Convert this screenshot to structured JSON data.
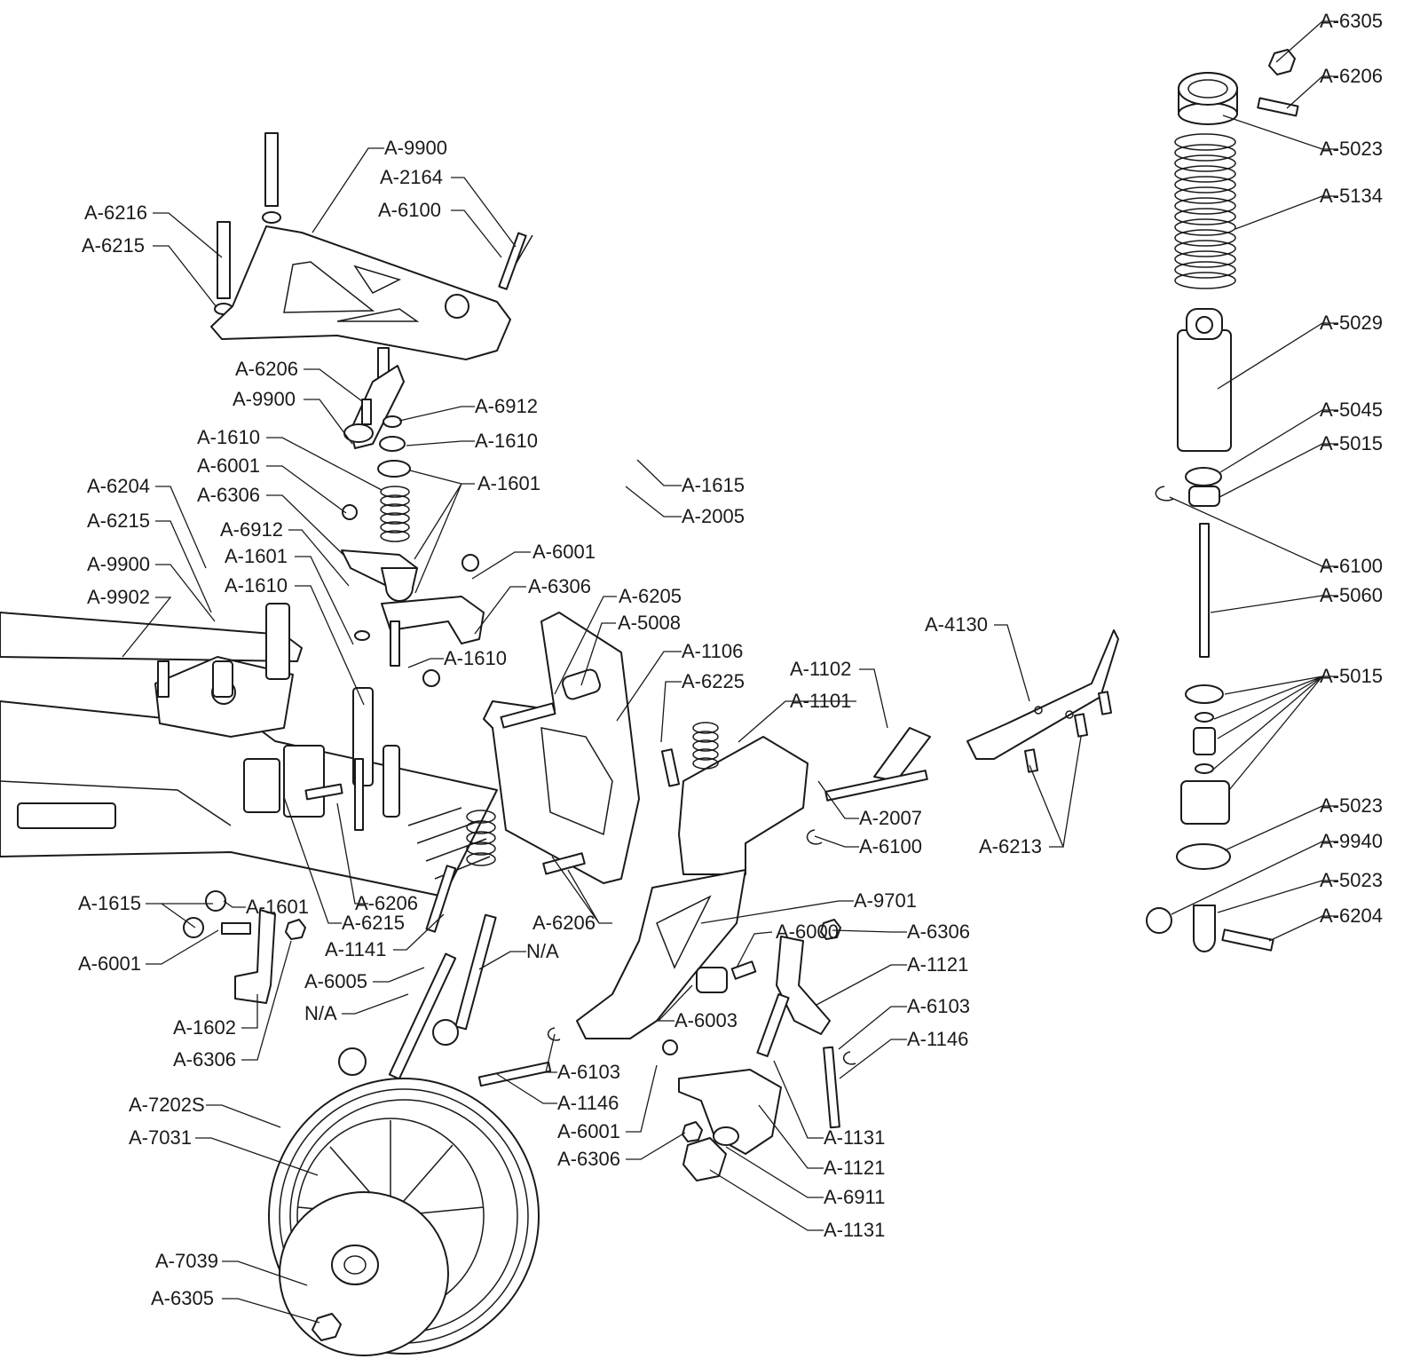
{
  "callouts": [
    {
      "label": "A-6305"
    },
    {
      "label": "A-6206"
    },
    {
      "label": "A-5023"
    },
    {
      "label": "A-5134"
    },
    {
      "label": "A-5029"
    },
    {
      "label": "A-5045"
    },
    {
      "label": "A-5015"
    },
    {
      "label": "A-6100"
    },
    {
      "label": "A-5060"
    },
    {
      "label": "A-5015"
    },
    {
      "label": "A-5023"
    },
    {
      "label": "A-9940"
    },
    {
      "label": "A-5023"
    },
    {
      "label": "A-6204"
    },
    {
      "label": "A-9900"
    },
    {
      "label": "A-2164"
    },
    {
      "label": "A-6100"
    },
    {
      "label": "A-6216"
    },
    {
      "label": "A-6215"
    },
    {
      "label": "A-6206"
    },
    {
      "label": "A-9900"
    },
    {
      "label": "A-6912"
    },
    {
      "label": "A-1610"
    },
    {
      "label": "A-1610"
    },
    {
      "label": "A-6001"
    },
    {
      "label": "A-1601"
    },
    {
      "label": "A-6306"
    },
    {
      "label": "A-6204"
    },
    {
      "label": "A-6215"
    },
    {
      "label": "A-6912"
    },
    {
      "label": "A-1601"
    },
    {
      "label": "A-9900"
    },
    {
      "label": "A-1610"
    },
    {
      "label": "A-9902"
    },
    {
      "label": "A-1615"
    },
    {
      "label": "A-2005"
    },
    {
      "label": "A-6001"
    },
    {
      "label": "A-6306"
    },
    {
      "label": "A-6205"
    },
    {
      "label": "A-5008"
    },
    {
      "label": "A-1610"
    },
    {
      "label": "A-1106"
    },
    {
      "label": "A-6225"
    },
    {
      "label": "A-1102"
    },
    {
      "label": "A-1101"
    },
    {
      "label": "A-4130"
    },
    {
      "label": "A-2007"
    },
    {
      "label": "A-6100"
    },
    {
      "label": "A-6213"
    },
    {
      "label": "A-6206"
    },
    {
      "label": "A-9701"
    },
    {
      "label": "A-6206"
    },
    {
      "label": "A-6000"
    },
    {
      "label": "A-6306"
    },
    {
      "label": "A-1121"
    },
    {
      "label": "A-1615"
    },
    {
      "label": "A-1601"
    },
    {
      "label": "A-6215"
    },
    {
      "label": "A-6001"
    },
    {
      "label": "A-1141"
    },
    {
      "label": "A-6005"
    },
    {
      "label": "N/A"
    },
    {
      "label": "N/A"
    },
    {
      "label": "A-6003"
    },
    {
      "label": "A-1602"
    },
    {
      "label": "A-6306"
    },
    {
      "label": "A-6103"
    },
    {
      "label": "A-1146"
    },
    {
      "label": "A-6103"
    },
    {
      "label": "A-1146"
    },
    {
      "label": "A-7202S"
    },
    {
      "label": "A-7031"
    },
    {
      "label": "A-6001"
    },
    {
      "label": "A-1131"
    },
    {
      "label": "A-1121"
    },
    {
      "label": "A-6306"
    },
    {
      "label": "A-6911"
    },
    {
      "label": "A-1131"
    },
    {
      "label": "A-7039"
    },
    {
      "label": "A-6305"
    }
  ]
}
